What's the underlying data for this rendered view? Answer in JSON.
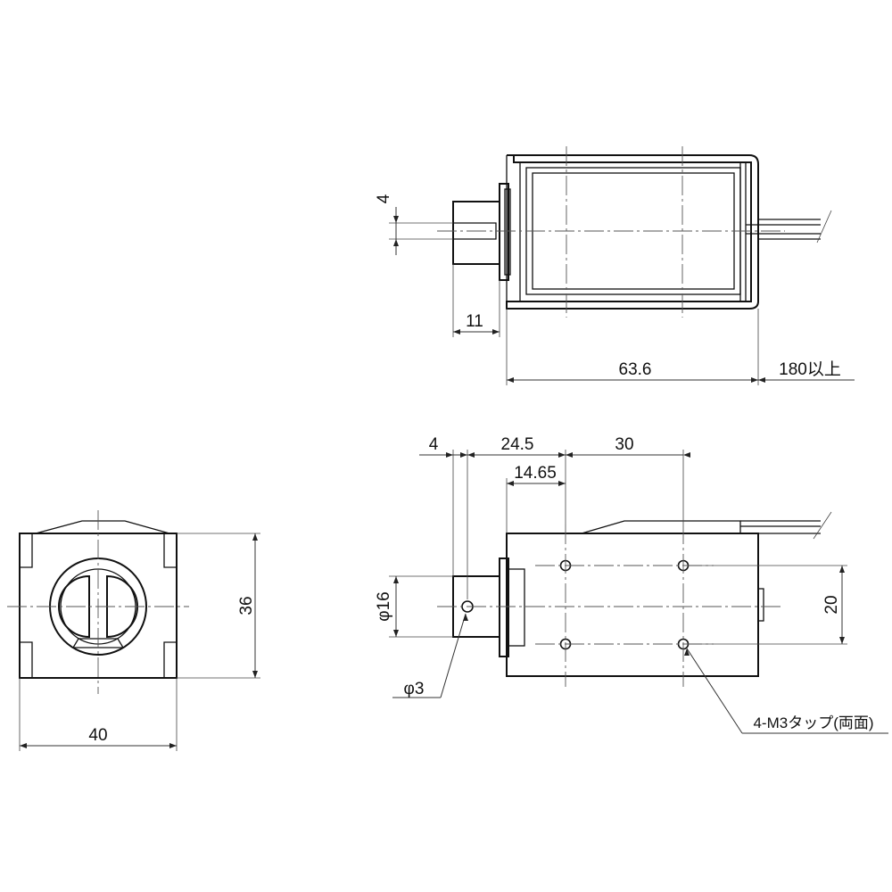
{
  "drawing": {
    "units": "mm",
    "colors": {
      "line": "#111111",
      "background": "#ffffff"
    },
    "top_view": {
      "dim_4": "4",
      "dim_11": "11",
      "dim_63_6": "63.6",
      "dim_lead": "180以上"
    },
    "end_view": {
      "dim_40": "40",
      "dim_36": "36"
    },
    "side_view": {
      "dim_4": "4",
      "dim_24_5": "24.5",
      "dim_30": "30",
      "dim_14_65": "14.65",
      "dim_phi16": "φ16",
      "dim_phi3": "φ3",
      "dim_20": "20",
      "tap_note": "4-M3タップ(両面)"
    }
  }
}
